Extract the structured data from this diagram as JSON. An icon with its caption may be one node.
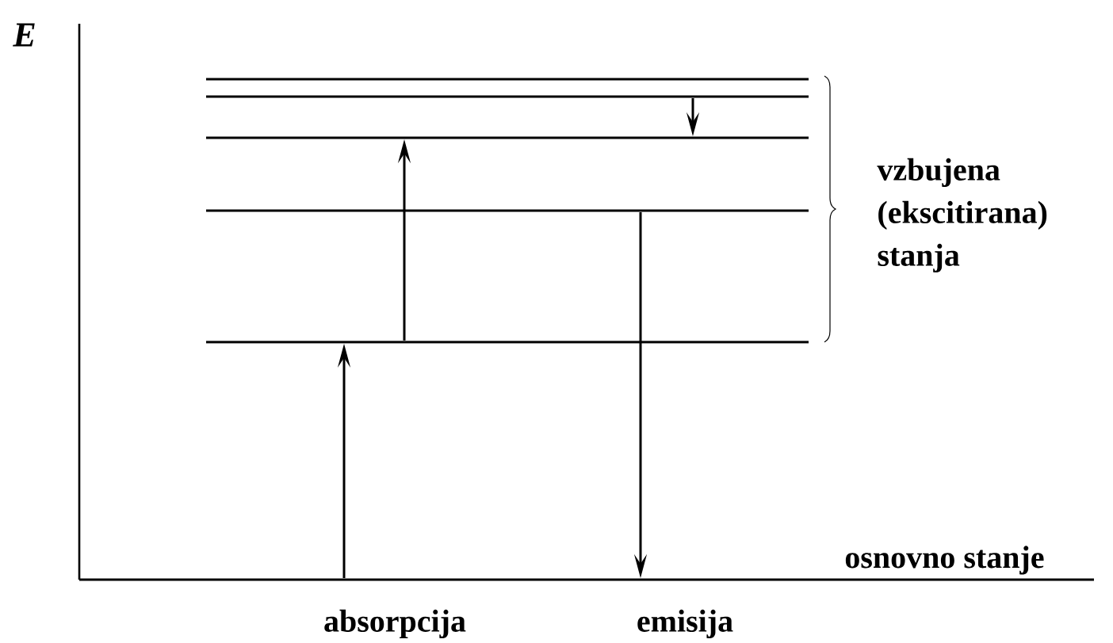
{
  "diagram": {
    "nodes": [
      {
        "text": [],
        "shape": "bar"
      },
      {
        "text": [],
        "shape": "bar"
      },
      {
        "text": [],
        "shape": "bar"
      },
      {
        "text": [],
        "shape": "bar"
      },
      {
        "text": [],
        "shape": "bar"
      },
      {
        "text": [],
        "shape": "bar",
        "beside": [
          "osnovno stanje"
        ]
      }
    ],
    "edges": [
      {
        "from": 5,
        "to": 4,
        "arrow": "to"
      },
      {
        "from": 4,
        "to": 2,
        "arrow": "to"
      },
      {
        "from": 1,
        "to": 2,
        "arrow": "to"
      },
      {
        "from": 3,
        "to": 5,
        "arrow": "to"
      }
    ],
    "labels": [
      "E",
      "vzbujena (ekscitirana) stanja",
      "absorpcija",
      "emisija"
    ]
  }
}
